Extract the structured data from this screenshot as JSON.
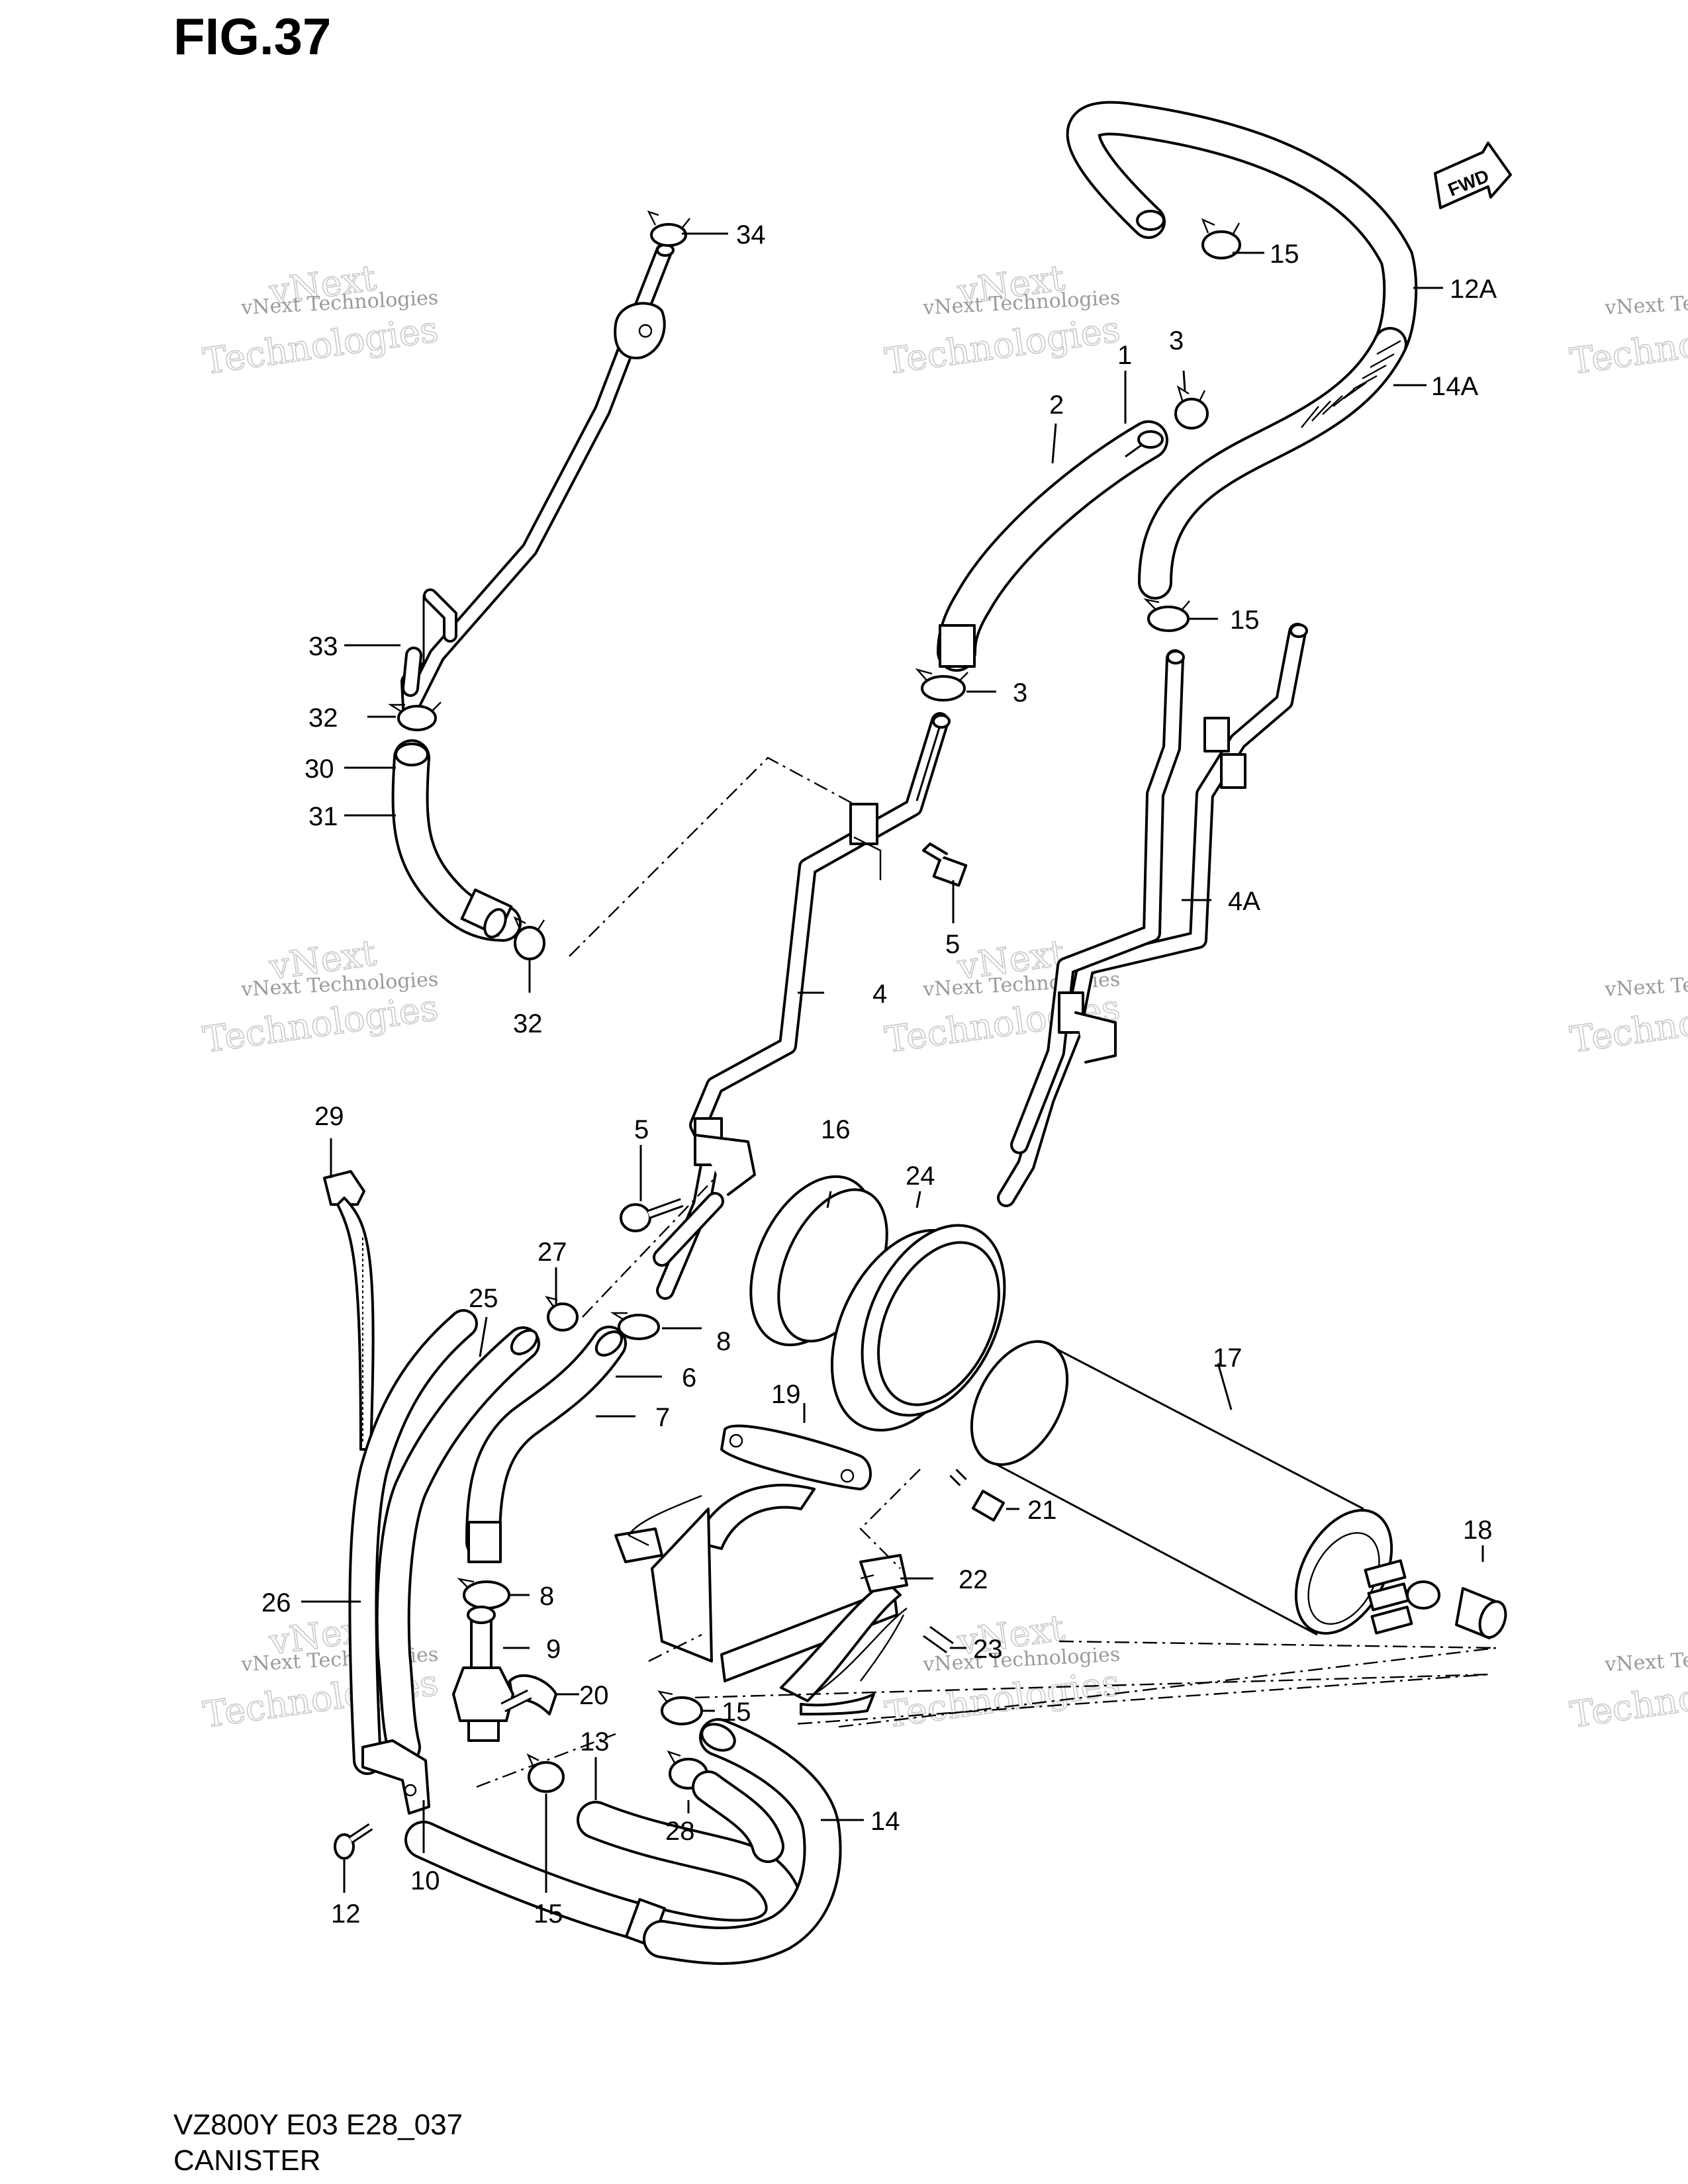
{
  "figure": {
    "title": "FIG.37",
    "model_code": "VZ800Y E03 E28_037",
    "section_name": "CANISTER",
    "direction_badge": "FWD"
  },
  "watermark": {
    "line1": "vNext Technologies",
    "line2": "Technologies",
    "overlay": "vNext"
  },
  "callouts": [
    {
      "id": "c1",
      "label": "1"
    },
    {
      "id": "c2",
      "label": "2"
    },
    {
      "id": "c3a",
      "label": "3"
    },
    {
      "id": "c3b",
      "label": "3"
    },
    {
      "id": "c4",
      "label": "4"
    },
    {
      "id": "c4a",
      "label": "4A"
    },
    {
      "id": "c5a",
      "label": "5"
    },
    {
      "id": "c5b",
      "label": "5"
    },
    {
      "id": "c6",
      "label": "6"
    },
    {
      "id": "c7",
      "label": "7"
    },
    {
      "id": "c8a",
      "label": "8"
    },
    {
      "id": "c8b",
      "label": "8"
    },
    {
      "id": "c9",
      "label": "9"
    },
    {
      "id": "c10",
      "label": "10"
    },
    {
      "id": "c12",
      "label": "12"
    },
    {
      "id": "c12a",
      "label": "12A"
    },
    {
      "id": "c13",
      "label": "13"
    },
    {
      "id": "c14",
      "label": "14"
    },
    {
      "id": "c14a",
      "label": "14A"
    },
    {
      "id": "c15a",
      "label": "15"
    },
    {
      "id": "c15b",
      "label": "15"
    },
    {
      "id": "c15c",
      "label": "15"
    },
    {
      "id": "c15d",
      "label": "15"
    },
    {
      "id": "c16",
      "label": "16"
    },
    {
      "id": "c17",
      "label": "17"
    },
    {
      "id": "c18",
      "label": "18"
    },
    {
      "id": "c19",
      "label": "19"
    },
    {
      "id": "c20",
      "label": "20"
    },
    {
      "id": "c21",
      "label": "21"
    },
    {
      "id": "c22",
      "label": "22"
    },
    {
      "id": "c23",
      "label": "23"
    },
    {
      "id": "c24",
      "label": "24"
    },
    {
      "id": "c25",
      "label": "25"
    },
    {
      "id": "c26",
      "label": "26"
    },
    {
      "id": "c27",
      "label": "27"
    },
    {
      "id": "c28",
      "label": "28"
    },
    {
      "id": "c29",
      "label": "29"
    },
    {
      "id": "c30",
      "label": "30"
    },
    {
      "id": "c31",
      "label": "31"
    },
    {
      "id": "c32a",
      "label": "32"
    },
    {
      "id": "c32b",
      "label": "32"
    },
    {
      "id": "c33",
      "label": "33"
    },
    {
      "id": "c34",
      "label": "34"
    }
  ]
}
